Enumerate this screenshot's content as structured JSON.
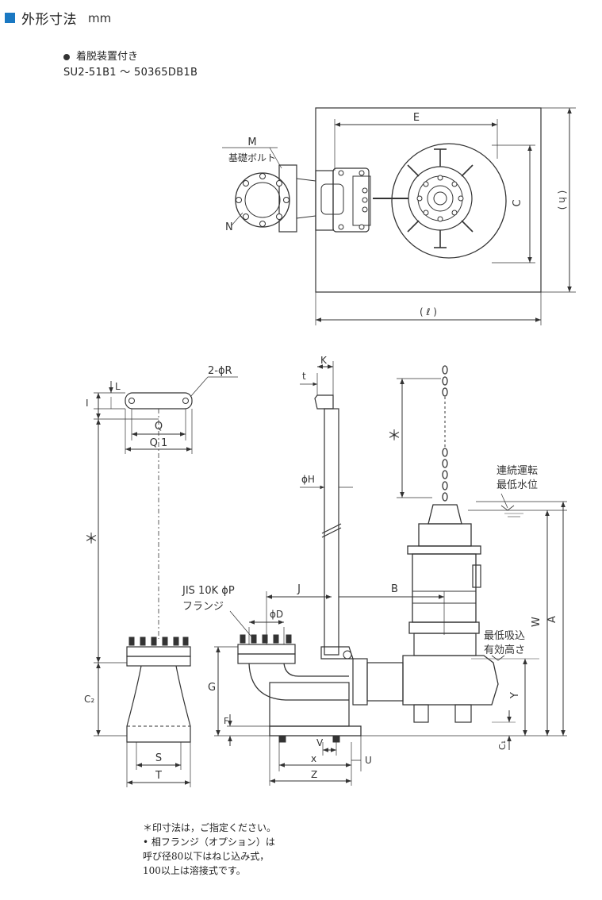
{
  "header": {
    "title": "外形寸法",
    "unit": "mm",
    "accent": "#1a78c2"
  },
  "variant": {
    "name": "着脱装置付き",
    "models": "SU2-51B1 ～ 50365DB1B"
  },
  "labels": {
    "M": "M",
    "anchor_bolt": "基礎ボルト",
    "N": "N",
    "E": "E",
    "C": "C",
    "h": "( h )",
    "l": "( ℓ )",
    "two_r": "2-ϕR",
    "L": "L",
    "I": "I",
    "Q": "Q",
    "Q1": "Q 1",
    "star": "＊",
    "K": "K",
    "t": "t",
    "phiH": "ϕH",
    "jis": "JIS 10K ϕP",
    "flange": "フランジ",
    "J": "J",
    "B": "B",
    "phiD": "ϕD",
    "G": "G",
    "F": "F",
    "V": "V",
    "x": "x",
    "U": "U",
    "Z": "Z",
    "S": "S",
    "T": "T",
    "C2": "C₂",
    "W": "W",
    "A": "A",
    "Y": "Y",
    "C1": "C₁",
    "cont1": "連続運転",
    "cont2": "最低水位",
    "suc1": "最低吸込",
    "suc2": "有効高さ"
  },
  "notes": [
    "＊印寸法は，ご指定ください。",
    "• 相フランジ（オプション）は",
    "呼び径80以下はねじ込み式，",
    "100以上は溶接式です。"
  ]
}
